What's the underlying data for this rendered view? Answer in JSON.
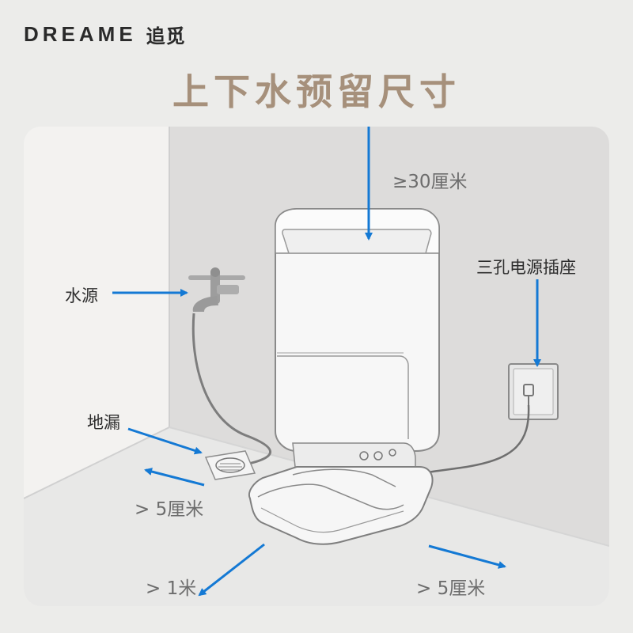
{
  "brand": {
    "name_en": "DREAME",
    "name_cn": "追觅"
  },
  "title": "上下水预留尺寸",
  "labels": {
    "top_clearance": "≥30厘米",
    "water_source": "水源",
    "power_socket": "三孔电源插座",
    "floor_drain": "地漏",
    "left_clearance": "> 5厘米",
    "front_clearance": "> 1米",
    "right_clearance": "> 5厘米"
  },
  "colors": {
    "accent_arrow": "#1479d4",
    "title": "#a6907b",
    "wall_right": "#dedede",
    "wall_left": "#f3f2f0",
    "floor": "#e9e9e9"
  }
}
